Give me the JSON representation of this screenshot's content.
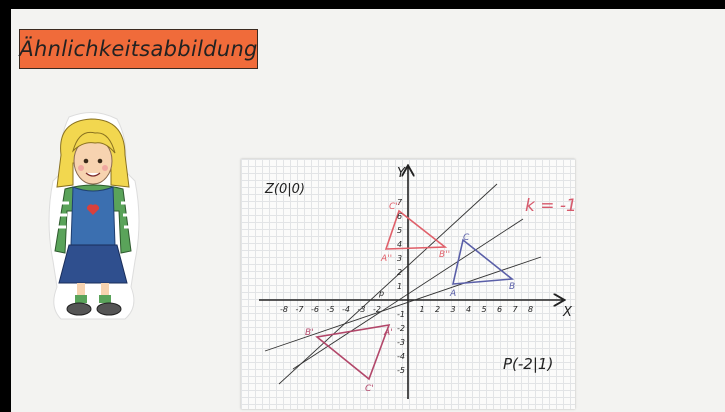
{
  "title": "Ähnlichkeitsabbildung",
  "characters": [
    {
      "name": "girl-presenter",
      "hair": "#f2d74f",
      "shirt": "#3b6fb0",
      "skirt": "#2f4f8e",
      "heart": "#d8403c"
    }
  ],
  "drawing": {
    "center_label": "Z(0|0)",
    "factor_label": "k = -1",
    "point_label": "P(-2|1)",
    "axis_x": "X",
    "axis_y": "Y",
    "small_p": "p",
    "x_ticks": [
      "-8",
      "-7",
      "-6",
      "-5",
      "-4",
      "-3",
      "-2",
      "1",
      "2",
      "3",
      "4",
      "5",
      "6",
      "7",
      "8"
    ],
    "y_ticks": [
      "7",
      "6",
      "5",
      "4",
      "3",
      "2",
      "1",
      "-1",
      "-2",
      "-3",
      "-4",
      "-5"
    ],
    "triangle_original": {
      "labels": [
        "A",
        "B",
        "C"
      ],
      "color": "#5a5fa8"
    },
    "triangle_image1": {
      "labels": [
        "A'",
        "B'",
        "C'"
      ],
      "color": "#b2476a"
    },
    "triangle_image2": {
      "labels": [
        "A''",
        "B''",
        "C''"
      ],
      "color": "#e0606a"
    }
  },
  "colors": {
    "title_bg": "#f06b3a",
    "construction_lines": "#333333",
    "factor_text": "#d65a6c"
  }
}
